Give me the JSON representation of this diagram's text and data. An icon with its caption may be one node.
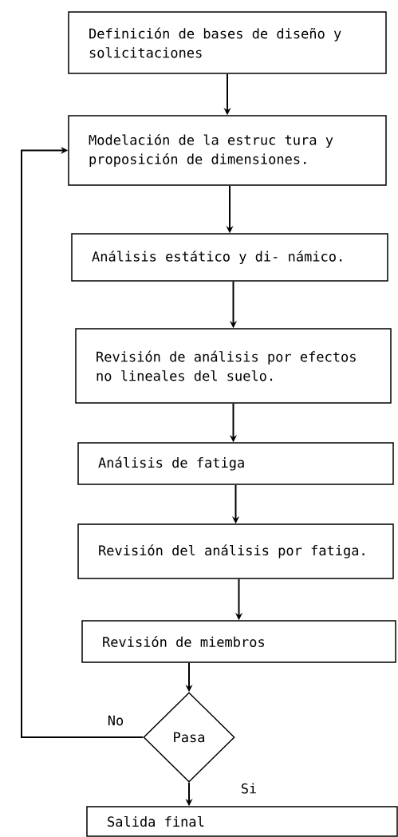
{
  "diagram": {
    "nodes": [
      {
        "text": [
          "Definición de bases de diseño y solicitaciones"
        ]
      },
      {
        "text": [
          "Modelación de la estruc tura y proposición de dimensiones."
        ]
      },
      {
        "text": [
          "Análisis estático y di- námico."
        ]
      },
      {
        "text": [
          "Revisión de análisis por efectos no lineales del suelo."
        ]
      },
      {
        "text": [
          "Análisis de fatiga"
        ]
      },
      {
        "text": [
          "Revisión del análisis por fatiga."
        ]
      },
      {
        "text": [
          "Revisión de miembros"
        ]
      },
      {
        "text": [
          "Pasa"
        ]
      },
      {
        "text": [
          "Salida final"
        ]
      }
    ],
    "edges": [
      {
        "from": 0,
        "to": 1,
        "arrow": "to"
      },
      {
        "from": 1,
        "to": 2,
        "arrow": "to"
      },
      {
        "from": 2,
        "to": 3,
        "arrow": "to"
      },
      {
        "from": 3,
        "to": 4,
        "arrow": "to"
      },
      {
        "from": 4,
        "to": 5,
        "arrow": "to"
      },
      {
        "from": 5,
        "to": 6,
        "arrow": "to"
      },
      {
        "from": 6,
        "to": 7,
        "arrow": "to"
      },
      {
        "from": 7,
        "to": 1,
        "arrow": "to",
        "label": "No"
      },
      {
        "from": 7,
        "to": 8,
        "arrow": "to",
        "label": "Si"
      }
    ]
  }
}
